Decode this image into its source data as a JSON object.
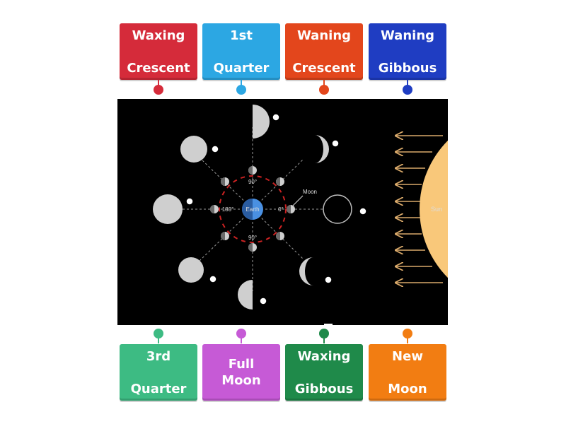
{
  "top_tiles": [
    {
      "label_line1": "Waxing",
      "label_line2": "Crescent",
      "color": "#d52b3a"
    },
    {
      "label_line1": "1st",
      "label_line2": "Quarter",
      "color": "#2ca7e3"
    },
    {
      "label_line1": "Waning",
      "label_line2": "Crescent",
      "color": "#e3461c"
    },
    {
      "label_line1": "Waning",
      "label_line2": "Gibbous",
      "color": "#1f3dc2"
    }
  ],
  "bottom_tiles": [
    {
      "label_line1": "3rd",
      "label_line2": "Quarter",
      "color": "#3dbb83"
    },
    {
      "label_line1": "Full Moon",
      "label_line2": "",
      "color": "#c65ad6"
    },
    {
      "label_line1": "Waxing",
      "label_line2": "Gibbous",
      "color": "#1f8a4a"
    },
    {
      "label_line1": "New",
      "label_line2": "Moon",
      "color": "#f27d12"
    }
  ],
  "diagram": {
    "earth_label": "Earth",
    "moon_label": "Moon",
    "sun_label": "Sun",
    "angle_top": "90°",
    "angle_bottom": "90°",
    "angle_left": "180°",
    "angle_right": "0°",
    "colors": {
      "background": "#000000",
      "sun": "#f9c87a",
      "earth": "#4a90e2",
      "orbit_arrows": "#cc2222",
      "sunlight_arrows": "#d9a96a"
    }
  }
}
